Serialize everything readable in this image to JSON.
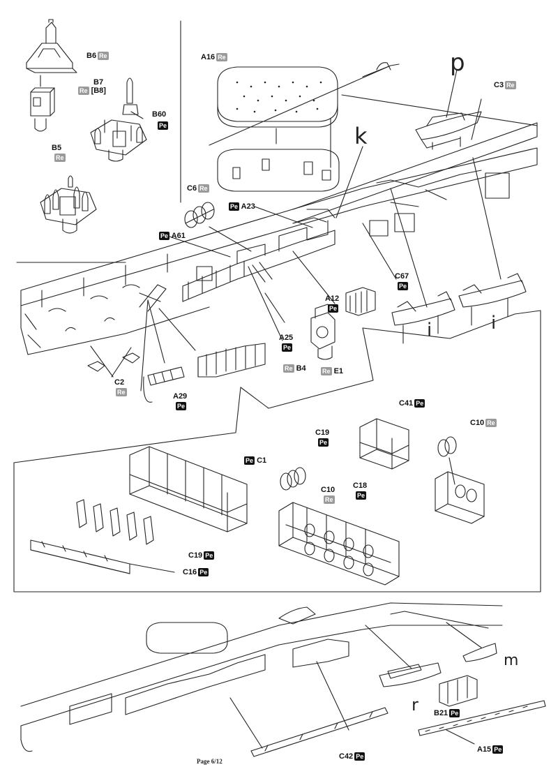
{
  "footer": {
    "page": "Page 6/12"
  },
  "badges": {
    "re": "Re",
    "pe": "Pe"
  },
  "letters": {
    "p": "p",
    "k": "k",
    "i1": "i",
    "i2": "i",
    "m": "m",
    "r": "r"
  },
  "parts": {
    "B6": "B6",
    "B7": "B7",
    "B8": "[B8]",
    "B60": "B60",
    "B5": "B5",
    "A16": "A16",
    "C3": "C3",
    "C6": "C6",
    "A23": "A23",
    "A61": "A61",
    "C67": "C67",
    "A12": "A12",
    "A25": "A25",
    "B4": "B4",
    "E1": "E1",
    "C2": "C2",
    "A29": "A29",
    "C41": "C41",
    "C10": "C10",
    "C19": "C19",
    "C18": "C18",
    "C1": "C1",
    "C16": "C16",
    "B21": "B21",
    "A15": "A15",
    "C42": "C42"
  }
}
